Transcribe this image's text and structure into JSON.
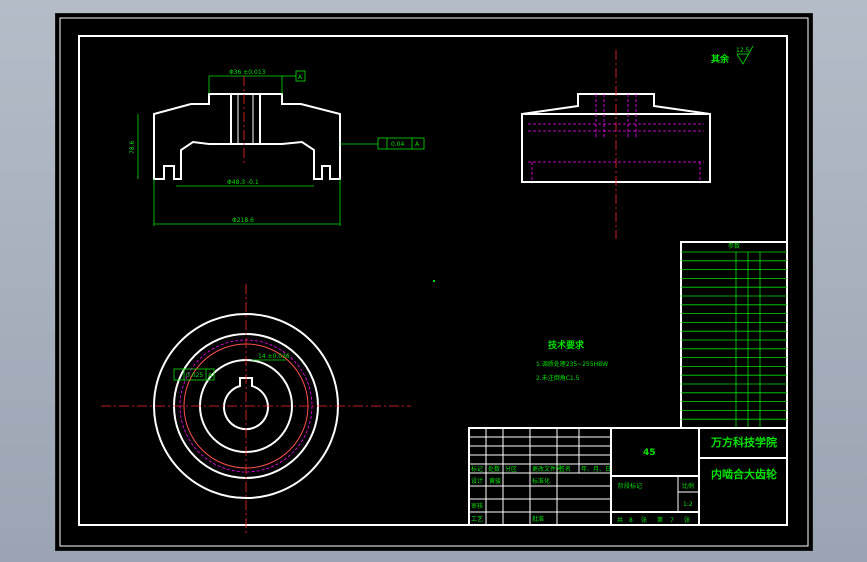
{
  "roughness": {
    "label": "其余",
    "value": "12.5"
  },
  "dims": {
    "d1": "Φ36 ±0.013",
    "d2": "Φ48.3 -0.1",
    "d3": "Φ218.6",
    "h1": "78.6",
    "t1": "0.04",
    "ref": "A",
    "k1": "14 ±0.036",
    "k2": "0.025"
  },
  "tech": {
    "title": "技术要求",
    "items": [
      "1.调质处理235~255HBW",
      "2.未注倒角C1.5"
    ]
  },
  "params_title": "参数",
  "title_block": {
    "school": "万方科技学院",
    "part": "内啮合大齿轮",
    "material": "45",
    "scale_label": "比例",
    "scale": "1:2",
    "stage_label": "阶段标记",
    "sheet_info": [
      "共",
      "8",
      "张",
      "第",
      "7",
      "张"
    ],
    "headers": [
      "标记",
      "处数",
      "分区",
      "更改文件号",
      "签名",
      "年、月、日"
    ],
    "rows": [
      "设计",
      "标准化",
      "审核",
      "工艺",
      "批准"
    ],
    "designer": "黄骏"
  }
}
